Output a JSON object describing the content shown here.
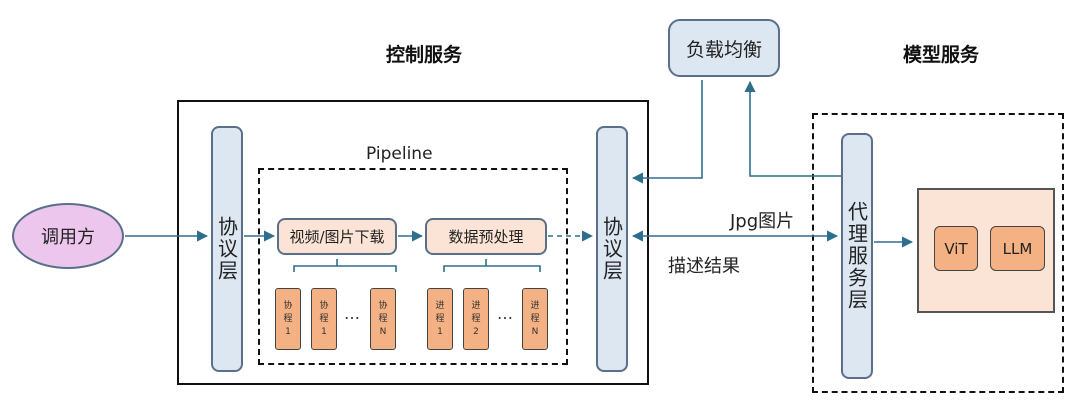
{
  "titles": {
    "control": "控制服务",
    "model": "模型服务"
  },
  "caller": "调用方",
  "load_balancer": "负载均衡",
  "pipeline_label": "Pipeline",
  "protocol_layer": "协议层",
  "proxy_layer": "代理服务层",
  "stages": {
    "download": "视频/图片下载",
    "preprocess": "数据预处理"
  },
  "download_workers": [
    {
      "line1": "协",
      "line2": "程",
      "line3": "1"
    },
    {
      "line1": "协",
      "line2": "程",
      "line3": "1"
    },
    {
      "line1": "协",
      "line2": "程",
      "line3": "N"
    }
  ],
  "preprocess_workers": [
    {
      "line1": "进",
      "line2": "程",
      "line3": "1"
    },
    {
      "line1": "进",
      "line2": "程",
      "line3": "2"
    },
    {
      "line1": "进",
      "line2": "程",
      "line3": "N"
    }
  ],
  "ellipsis": "…",
  "edge_labels": {
    "jpg": "Jpg图片",
    "result": "描述结果"
  },
  "models": {
    "vit": "ViT",
    "llm": "LLM"
  },
  "colors": {
    "line": "#2e6f8e",
    "box_fill": "#dde7f2",
    "stage_fill": "#fbe4d5",
    "worker_fill": "#f4b183",
    "caller_fill": "#ecc6ec"
  }
}
